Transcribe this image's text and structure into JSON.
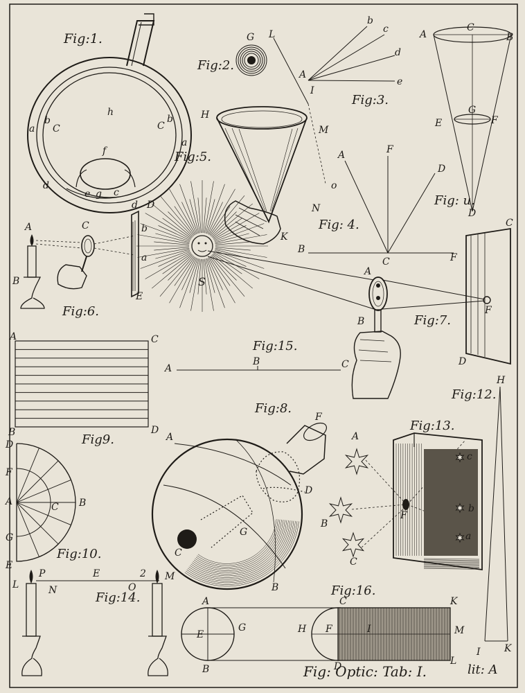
{
  "colors": {
    "paper": "#e9e4d8",
    "ink": "#1e1b17",
    "shade": "#9e978a"
  },
  "figures": {
    "fig1": "Fig:1.",
    "fig2": "Fig:2.",
    "fig3": "Fig:3.",
    "fig4": "Fig: 4.",
    "fig5": "Fig:5.",
    "fig6": "Fig:6.",
    "fig7": "Fig:7.",
    "fig8": "Fig:8.",
    "fig9": "Fig9.",
    "fig10": "Fig:10.",
    "fig11": "Fig: u.",
    "fig12": "Fig:12.",
    "fig13": "Fig:13.",
    "fig14": "Fig:14.",
    "fig15": "Fig:15.",
    "fig16": "Fig:16."
  },
  "plate_caption": "Fig: Optic: Tab: I.",
  "plate_mark": "lit: A",
  "labels": {
    "fig1": [
      "h",
      "a",
      "b",
      "C",
      "C",
      "b",
      "a",
      "f",
      "d",
      "e",
      "g",
      "c",
      "d"
    ],
    "fig2": [
      "G"
    ],
    "fig3": [
      "L",
      "b",
      "c",
      "d",
      "A",
      "I",
      "e"
    ],
    "fig4": [
      "A",
      "F",
      "D",
      "B",
      "C",
      "F"
    ],
    "fig5": [
      "H",
      "M",
      "K",
      "o",
      "N"
    ],
    "fig6": [
      "A",
      "C",
      "B",
      "b",
      "a",
      "E",
      "D"
    ],
    "sun": [
      "S"
    ],
    "fig7": [
      "A",
      "B",
      "F",
      "C",
      "D"
    ],
    "fig8": [
      "A",
      "F",
      "D",
      "G",
      "C",
      "B"
    ],
    "fig9": [
      "A",
      "C",
      "B",
      "D"
    ],
    "fig10": [
      "D",
      "F",
      "A",
      "C",
      "B",
      "G",
      "E"
    ],
    "fig11": [
      "A",
      "C",
      "B",
      "G",
      "F",
      "E",
      "D"
    ],
    "fig12": [
      "H",
      "I",
      "K"
    ],
    "fig13": [
      "A",
      "B",
      "C",
      "F",
      "c",
      "b",
      "a"
    ],
    "fig14": [
      "P",
      "L",
      "N",
      "E",
      "O",
      "2",
      "M"
    ],
    "fig15": [
      "A",
      "B",
      "C"
    ],
    "fig16": [
      "A",
      "E",
      "G",
      "B",
      "H",
      "F",
      "I",
      "C",
      "K",
      "M",
      "D",
      "L"
    ]
  }
}
